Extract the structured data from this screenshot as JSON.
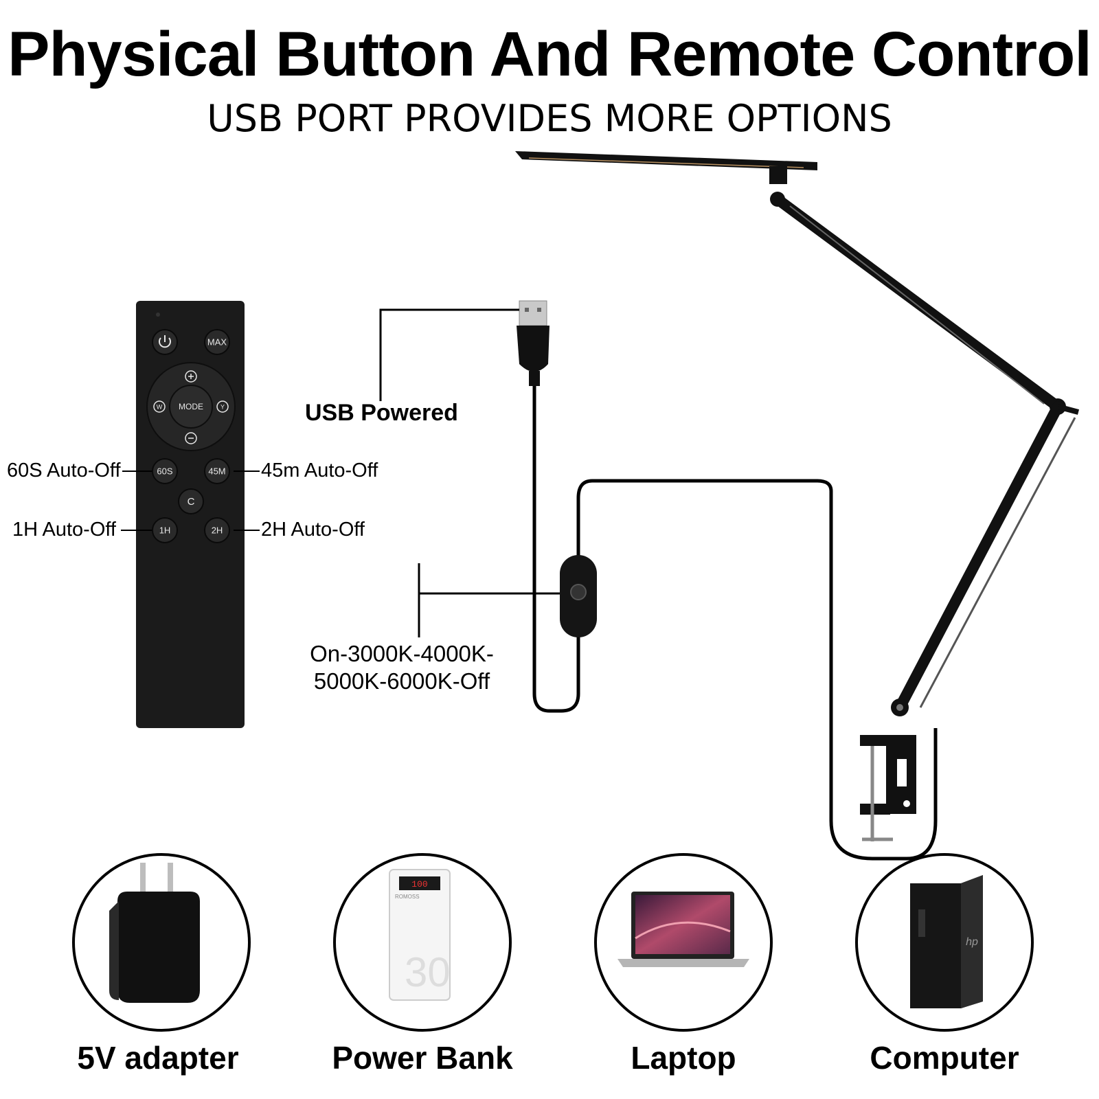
{
  "header": {
    "title": "Physical Button And Remote Control",
    "subtitle": "USB PORT PROVIDES MORE OPTIONS"
  },
  "remote": {
    "buttons": {
      "power_icon": "power-icon",
      "max": "MAX",
      "mode": "MODE",
      "w": "W",
      "y": "Y",
      "s60": "60S",
      "m45": "45M",
      "c": "C",
      "h1": "1H",
      "h2": "2H"
    },
    "callouts": {
      "s60": "60S Auto-Off",
      "m45": "45m Auto-Off",
      "h1": "1H Auto-Off",
      "h2": "2H Auto-Off"
    }
  },
  "cable": {
    "usb_label": "USB Powered",
    "switch_label_line1": "On-3000K-4000K-",
    "switch_label_line2": "5000K-6000K-Off"
  },
  "sources": [
    {
      "caption": "5V adapter",
      "icon": "adapter-icon"
    },
    {
      "caption": "Power Bank",
      "icon": "power-bank-icon",
      "screen": "100",
      "brand": "ROMOSS",
      "capacity": "30"
    },
    {
      "caption": "Laptop",
      "icon": "laptop-icon"
    },
    {
      "caption": "Computer",
      "icon": "computer-icon",
      "brand": "hp"
    }
  ],
  "colors": {
    "ink": "#000000",
    "remote_body": "#1b1b1b",
    "button": "#2a2a2a"
  }
}
